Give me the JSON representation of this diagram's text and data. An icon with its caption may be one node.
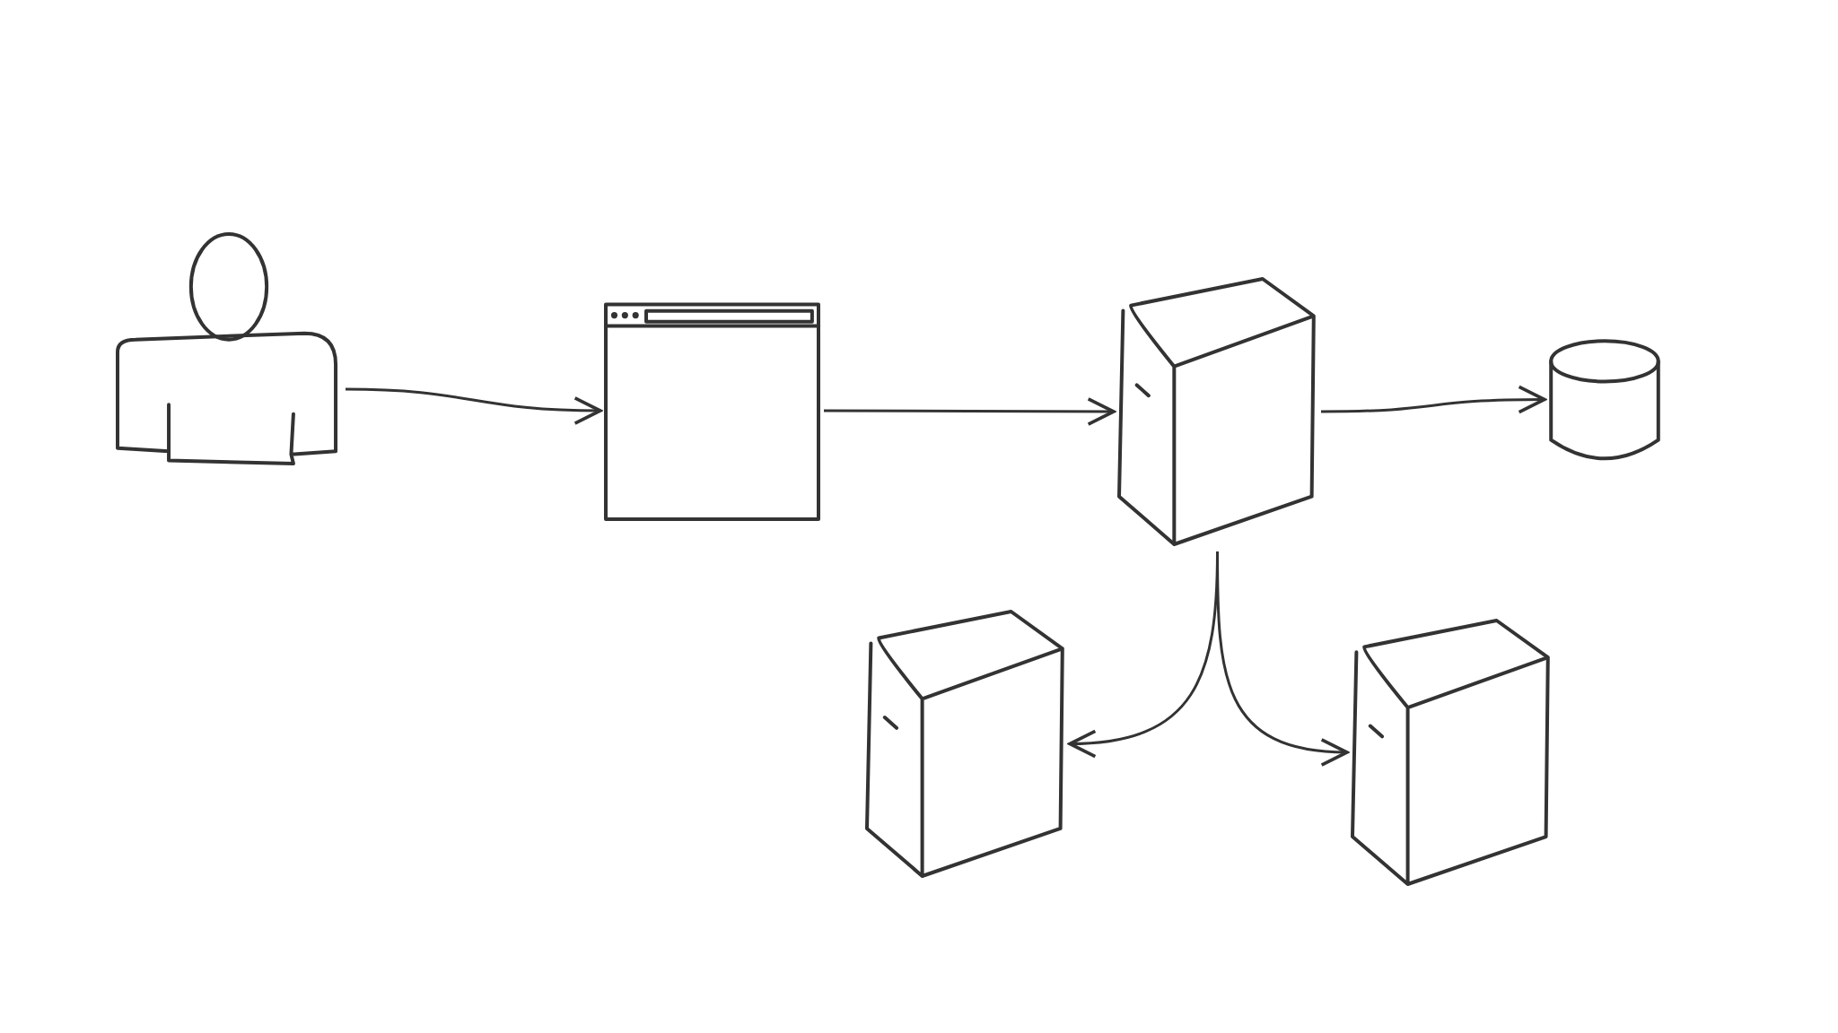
{
  "diagram": {
    "nodes": [
      {
        "text": [],
        "shape": "person"
      },
      {
        "text": [],
        "shape": "window"
      },
      {
        "text": [],
        "shape": "server"
      },
      {
        "text": [],
        "shape": "cylinder"
      },
      {
        "text": [],
        "shape": "server"
      },
      {
        "text": [],
        "shape": "server"
      }
    ],
    "edges": [
      {
        "from": 0,
        "to": 1,
        "arrow": "to"
      },
      {
        "from": 1,
        "to": 2,
        "arrow": "to"
      },
      {
        "from": 2,
        "to": 3,
        "arrow": "to"
      },
      {
        "from": 2,
        "to": 4,
        "arrow": "to"
      },
      {
        "from": 2,
        "to": 5,
        "arrow": "to"
      }
    ]
  }
}
